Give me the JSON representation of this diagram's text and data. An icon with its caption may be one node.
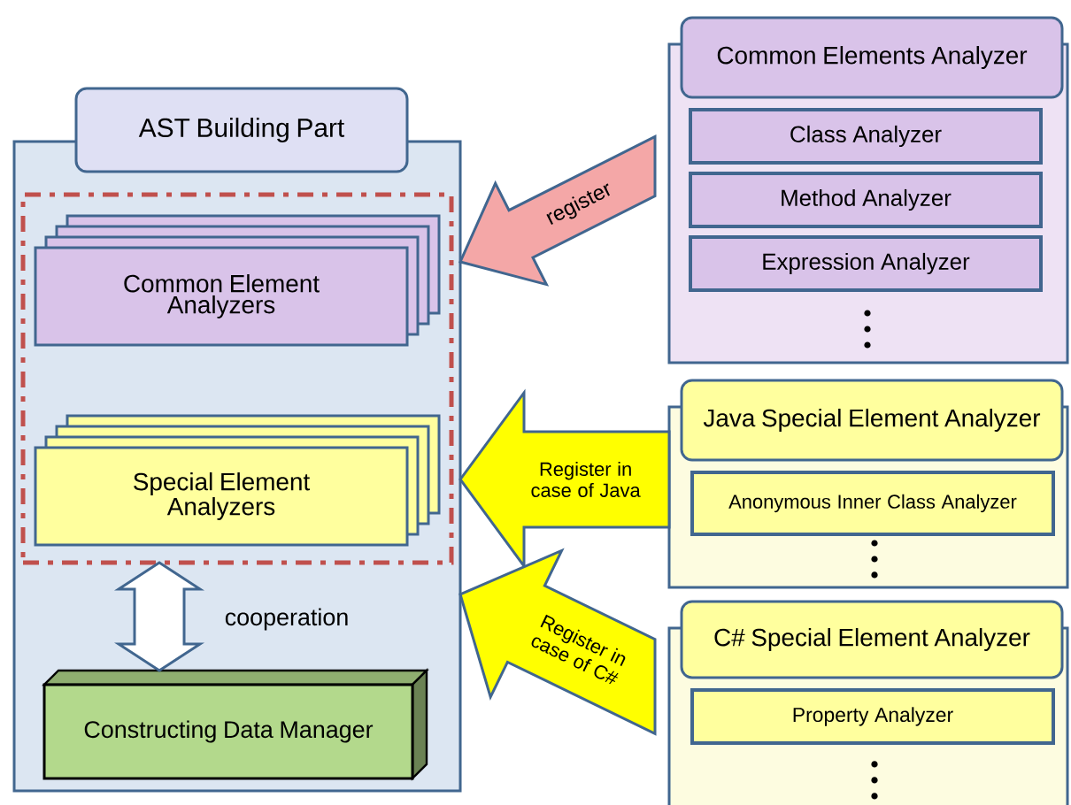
{
  "diagram": {
    "nodes": [
      {
        "text": [
          "AST Building Part"
        ]
      },
      {
        "text": [],
        "shape": "box",
        "in": 0
      },
      {
        "text": [
          "Common Element Analyzers"
        ],
        "in": 1
      },
      {
        "text": [
          "Special Element Analyzers"
        ],
        "in": 1
      },
      {
        "text": [
          "Constructing Data Manager"
        ],
        "in": 0
      },
      {
        "text": [
          "Common Elements Analyzer"
        ]
      },
      {
        "text": [
          "Class Analyzer"
        ],
        "in": 5
      },
      {
        "text": [
          "Method Analyzer"
        ],
        "in": 5
      },
      {
        "text": [
          "Expression Analyzer"
        ],
        "in": 5
      },
      {
        "text": [
          "Java Special Element Analyzer"
        ]
      },
      {
        "text": [
          "Anonymous Inner Class Analyzer"
        ],
        "in": 9
      },
      {
        "text": [
          "C# Special Element Analyzer"
        ]
      },
      {
        "text": [
          "Property Analyzer"
        ],
        "in": 11
      }
    ],
    "edges": [
      {
        "from": 5,
        "to": 0,
        "arrow": "to",
        "label": "register",
        "color": "#f4a7a7"
      },
      {
        "from": 9,
        "to": 0,
        "arrow": "to",
        "label": "Register in case of Java",
        "color": "#ffff00"
      },
      {
        "from": 11,
        "to": 0,
        "arrow": "to",
        "label": "Register in case of C#",
        "color": "#ffff00"
      },
      {
        "from": 1,
        "to": 4,
        "arrow": "both",
        "label": "cooperation",
        "color": "#ffffff"
      }
    ]
  }
}
